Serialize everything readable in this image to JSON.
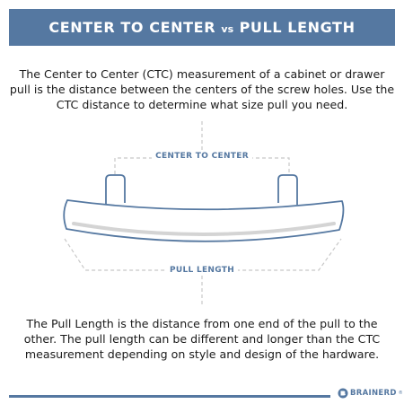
{
  "header": {
    "title_part1": "CENTER TO CENTER ",
    "title_vs": "vs",
    "title_part2": " PULL LENGTH"
  },
  "intro_text": "The Center to Center (CTC) measurement of a cabinet or drawer pull is the distance between the centers of the screw holes. Use the CTC distance to determine what size pull you need.",
  "diagram": {
    "ctc_label": "CENTER TO CENTER",
    "pull_label": "PULL LENGTH"
  },
  "outro_text": "The Pull Length is the distance from one end of the pull to the other. The pull length can be different and longer than the CTC measurement depending on style and design of the hardware.",
  "footer": {
    "brand_name": "BRAINERD",
    "brand_mark": "®"
  },
  "colors": {
    "accent": "#5578a1",
    "guide": "#c8c8c8",
    "pull_shadow": "#dedede",
    "text": "#1a1a1a"
  }
}
